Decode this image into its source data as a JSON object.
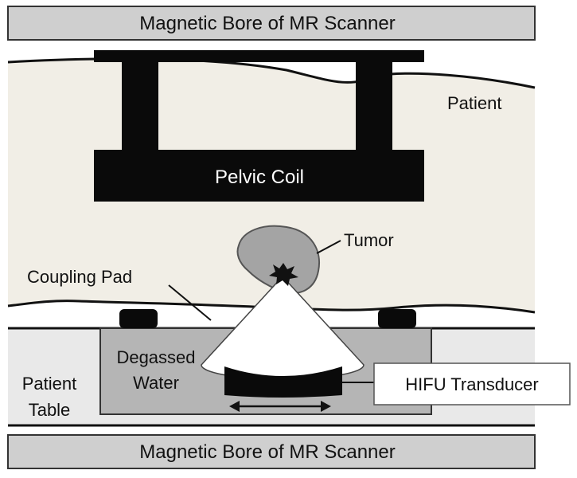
{
  "labels": {
    "bore_top": "Magnetic Bore of MR Scanner",
    "bore_bottom": "Magnetic Bore of MR Scanner",
    "patient": "Patient",
    "pelvic_coil": "Pelvic Coil",
    "tumor": "Tumor",
    "coupling_pad": "Coupling Pad",
    "degassed_water_line1": "Degassed",
    "degassed_water_line2": "Water",
    "patient_table_line1": "Patient",
    "patient_table_line2": "Table",
    "hifu_transducer": "HIFU Transducer"
  },
  "colors": {
    "bore_fill": "#cfcfcf",
    "patient_fill": "#f1eee6",
    "table_fill": "#e9e9e9",
    "water_fill": "#b5b5b5",
    "tumor_fill": "#a4a4a4",
    "coil_fill": "#0a0a0a",
    "beam_fill": "#ffffff"
  }
}
